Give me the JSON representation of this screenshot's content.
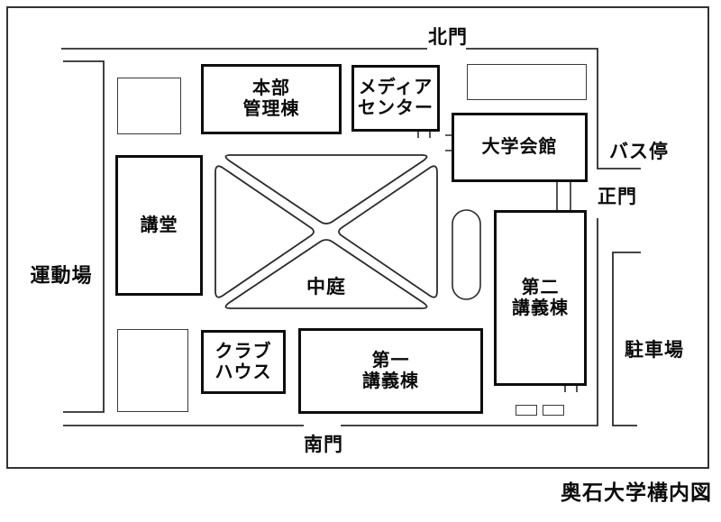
{
  "map": {
    "title": "奥石大学構内図",
    "background": "#ffffff",
    "line_color": "#2b2b2b",
    "building_border_color": "#0d0d0d",
    "text_color": "#0a0a0a"
  },
  "gates": {
    "north": "北門",
    "main": "正門",
    "south": "南門"
  },
  "areas": {
    "sports_field": "運動場",
    "bus_stop": "バス停",
    "parking": "駐車場",
    "courtyard": "中庭"
  },
  "buildings": {
    "hq_admin": {
      "label": "本部\n管理棟"
    },
    "media_center": {
      "label": "メディア\nセンター"
    },
    "university_hall": {
      "label": "大学会館"
    },
    "auditorium": {
      "label": "講堂"
    },
    "lecture_hall_2": {
      "label": "第二\n講義棟"
    },
    "clubhouse": {
      "label": "クラブ\nハウス"
    },
    "lecture_hall_1": {
      "label": "第一\n講義棟"
    }
  }
}
